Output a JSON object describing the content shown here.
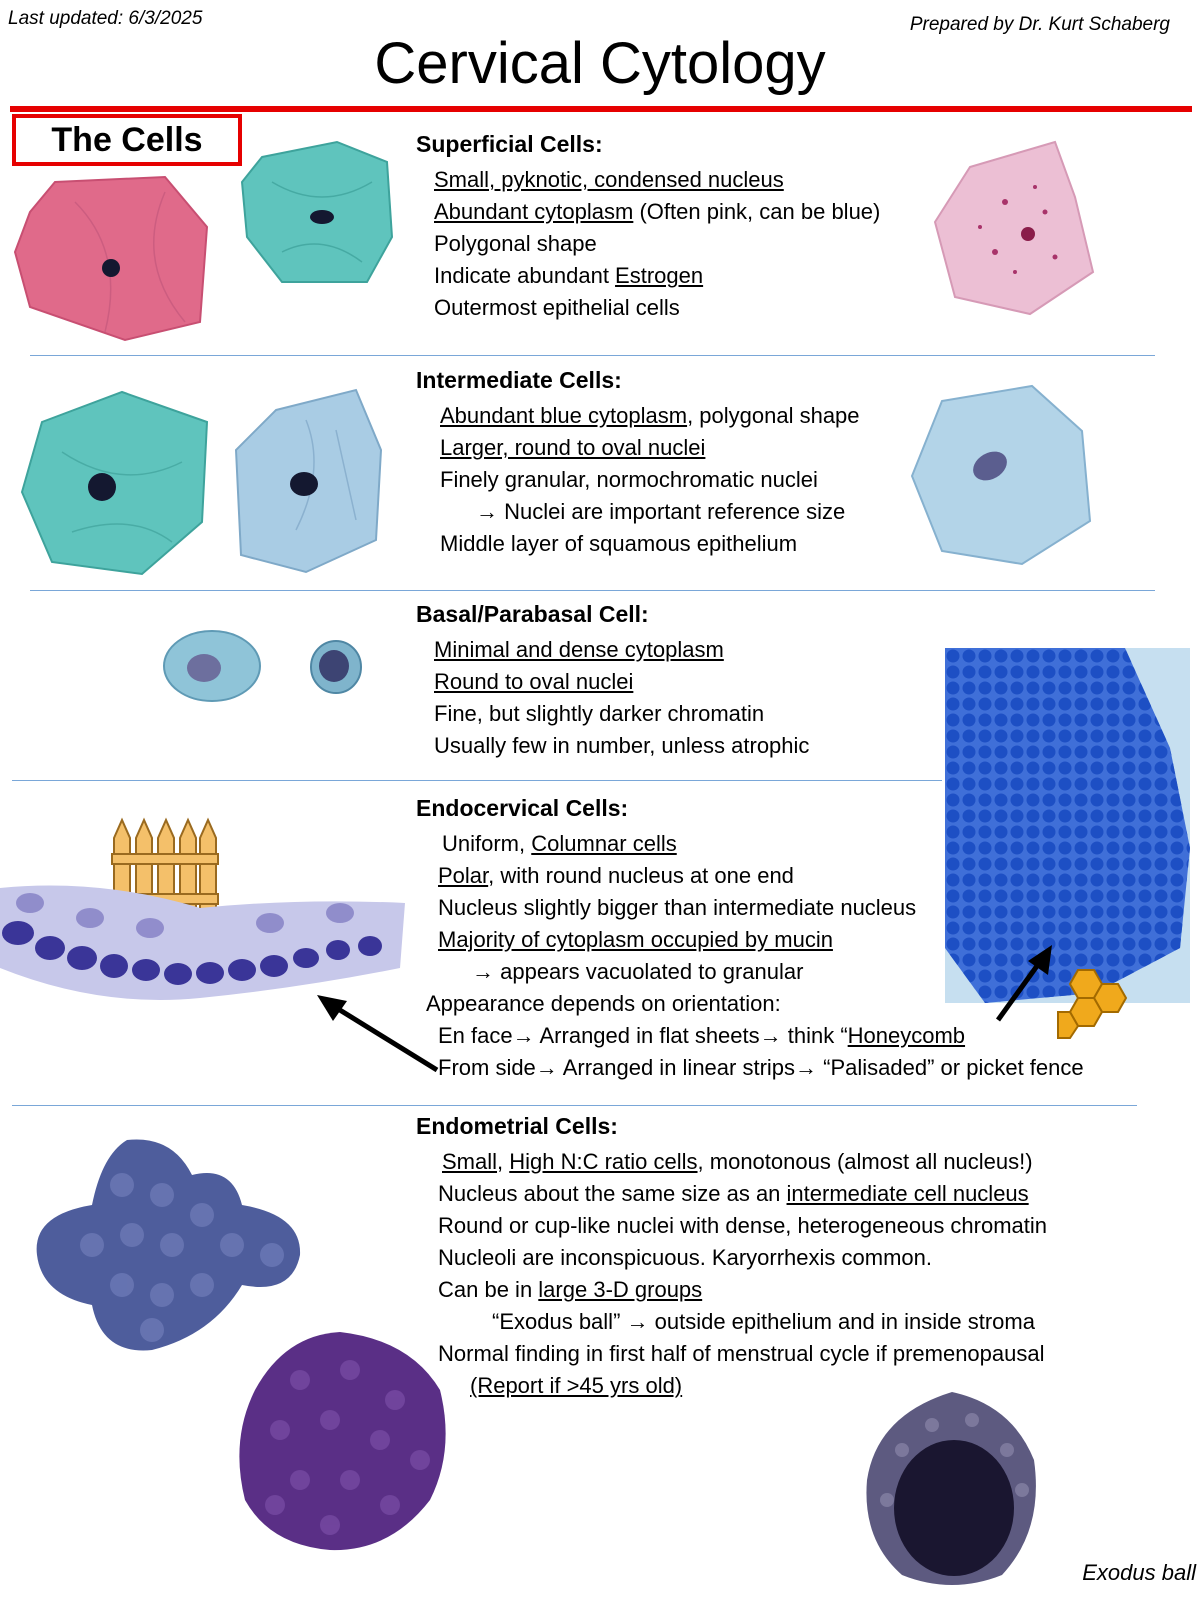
{
  "header": {
    "last_updated": "Last updated: 6/3/2025",
    "prepared_by": "Prepared by Dr. Kurt Schaberg",
    "title": "Cervical Cytology",
    "section_label": "The Cells"
  },
  "superficial": {
    "heading": "Superficial Cells:",
    "l1": "Small, pyknotic, condensed nucleus",
    "l2a": "Abundant cytoplasm",
    "l2b": " (Often pink, can be blue)",
    "l3": "Polygonal shape",
    "l4a": "Indicate abundant ",
    "l4b": "Estrogen",
    "l5": "Outermost epithelial cells"
  },
  "intermediate": {
    "heading": "Intermediate Cells:",
    "l1a": "Abundant blue cytoplasm",
    "l1b": ", polygonal shape",
    "l2": "Larger, round to oval nuclei",
    "l3": "Finely granular, normochromatic nuclei",
    "l4": "→ Nuclei are important reference size",
    "l5": "Middle layer of squamous epithelium"
  },
  "basal": {
    "heading": "Basal/Parabasal Cell:",
    "l1": "Minimal and dense cytoplasm",
    "l2": "Round to oval nuclei",
    "l3": "Fine, but slightly darker chromatin",
    "l4": "Usually few in number, unless atrophic"
  },
  "endocervical": {
    "heading": "Endocervical Cells:",
    "l1a": "Uniform, ",
    "l1b": "Columnar cells",
    "l2a": "Polar",
    "l2b": ", with round nucleus at one end",
    "l3": "Nucleus slightly bigger than intermediate nucleus",
    "l4": "Majority of cytoplasm occupied by mucin",
    "l5": "→ appears vacuolated to granular",
    "l6": "Appearance depends on orientation:",
    "l7a": "En face→ Arranged in flat sheets→ think “",
    "l7b": "Honeycomb",
    "l8": "From side→ Arranged in linear strips→ “Palisaded” or picket fence"
  },
  "endometrial": {
    "heading": "Endometrial Cells:",
    "l1a": "Small",
    "l1b": ", ",
    "l1c": "High N:C ratio cells",
    "l1d": ", monotonous (almost all nucleus!)",
    "l2a": "Nucleus about the same size as an ",
    "l2b": "intermediate cell nucleus",
    "l3": "Round or cup-like nuclei with dense, heterogeneous chromatin",
    "l4": "Nucleoli are inconspicuous. Karyorrhexis common.",
    "l5a": "Can be in ",
    "l5b": "large 3-D groups",
    "l6": "“Exodus ball”  → outside epithelium and in inside stroma",
    "l7": "Normal finding in first half of menstrual cycle if premenopausal",
    "l8": "(Report if >45 yrs old)",
    "caption": "Exodus ball"
  },
  "colors": {
    "accent_red": "#e60000",
    "separator_blue": "#7aa7d8",
    "pink_cell": "#e06a8a",
    "teal_cell": "#5fc4bd",
    "blue_cell": "#a9cce4",
    "nucleus": "#141830",
    "purple_cluster": "#5a3f8e"
  }
}
